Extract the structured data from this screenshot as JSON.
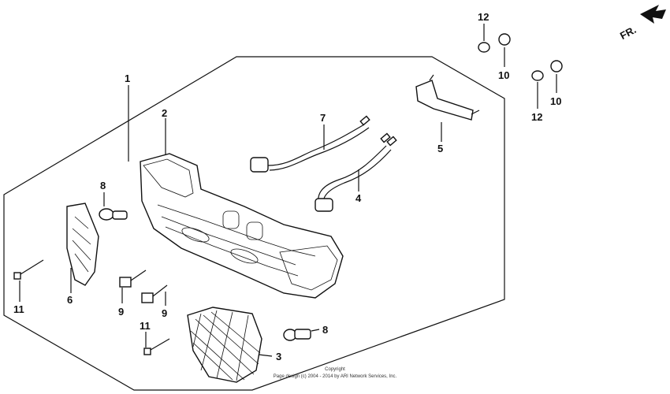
{
  "direction_label": "FR.",
  "callouts": {
    "c1": "1",
    "c2": "2",
    "c3": "3",
    "c4": "4",
    "c5": "5",
    "c6": "6",
    "c7": "7",
    "c8a": "8",
    "c8b": "8",
    "c9a": "9",
    "c9b": "9",
    "c10a": "10",
    "c10b": "10",
    "c11a": "11",
    "c11b": "11",
    "c12a": "12",
    "c12b": "12"
  },
  "copyright": {
    "line1": "Copyright",
    "line2": "Page design (c) 2004 - 2014 by ARI Network Services, Inc."
  }
}
